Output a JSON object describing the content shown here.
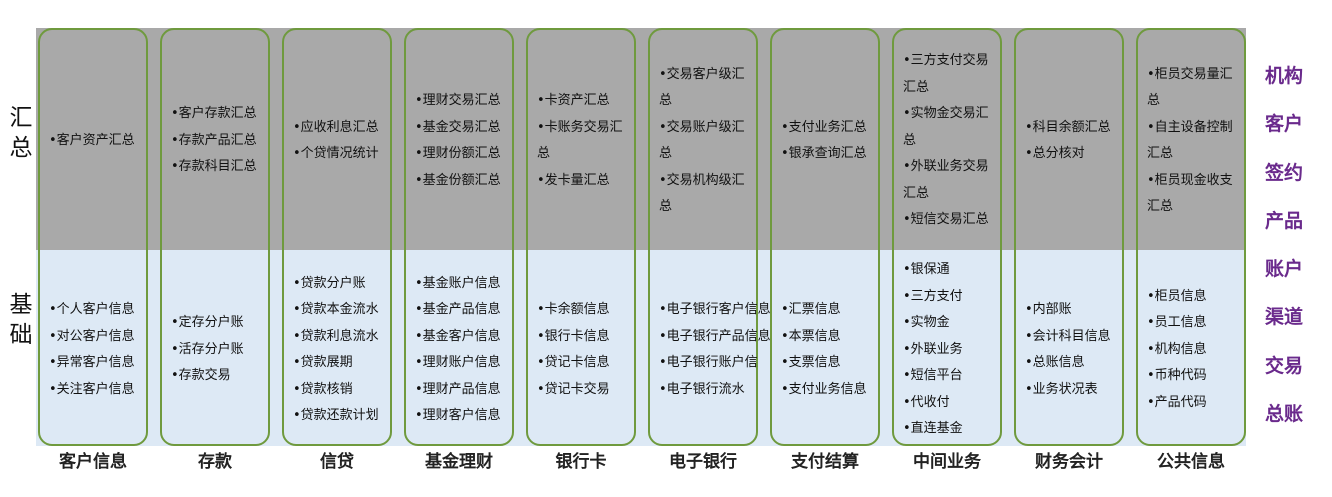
{
  "rows": {
    "summary": "汇\n总",
    "basic": "基\n础"
  },
  "columns": [
    {
      "label": "客户信息",
      "summary": [
        "•客户资产汇总"
      ],
      "basic": [
        "•个人客户信息",
        "•对公客户信息",
        "•异常客户信息",
        "•关注客户信息"
      ]
    },
    {
      "label": "存款",
      "summary": [
        "•客户存款汇总",
        "•存款产品汇总",
        "•存款科目汇总"
      ],
      "basic": [
        "•定存分户账",
        "•活存分户账",
        "•存款交易"
      ]
    },
    {
      "label": "信贷",
      "summary": [
        "•应收利息汇总",
        "•个贷情况统计"
      ],
      "basic": [
        "•贷款分户账",
        "•贷款本金流水",
        "•贷款利息流水",
        "•贷款展期",
        "•贷款核销",
        "•贷款还款计划"
      ]
    },
    {
      "label": "基金理财",
      "summary": [
        "•理财交易汇总",
        "•基金交易汇总",
        "•理财份额汇总",
        "•基金份额汇总"
      ],
      "basic": [
        "•基金账户信息",
        "•基金产品信息",
        "•基金客户信息",
        "•理财账户信息",
        "•理财产品信息",
        "•理财客户信息"
      ]
    },
    {
      "label": "银行卡",
      "summary": [
        "•卡资产汇总",
        "•卡账务交易汇总",
        "•发卡量汇总"
      ],
      "basic": [
        "•卡余额信息",
        "•银行卡信息",
        "•贷记卡信息",
        "•贷记卡交易"
      ]
    },
    {
      "label": "电子银行",
      "summary": [
        "•交易客户级汇总",
        "•交易账户级汇总",
        "•交易机构级汇总"
      ],
      "basic": [
        "•电子银行客户信息",
        "•电子银行产品信息",
        "•电子银行账户信",
        "•电子银行流水"
      ]
    },
    {
      "label": "支付结算",
      "summary": [
        "•支付业务汇总",
        "•银承查询汇总"
      ],
      "basic": [
        "•汇票信息",
        "•本票信息",
        "•支票信息",
        "•支付业务信息"
      ]
    },
    {
      "label": "中间业务",
      "summary": [
        "•三方支付交易汇总",
        "•实物金交易汇总",
        "•外联业务交易汇总",
        "•短信交易汇总"
      ],
      "basic": [
        "•银保通",
        "•三方支付",
        "•实物金",
        "•外联业务",
        "•短信平台",
        "•代收付",
        "•直连基金"
      ]
    },
    {
      "label": "财务会计",
      "summary": [
        "•科目余额汇总",
        "•总分核对"
      ],
      "basic": [
        "•内部账",
        "•会计科目信息",
        "•总账信息",
        "•业务状况表"
      ]
    },
    {
      "label": "公共信息",
      "summary": [
        "•柜员交易量汇总",
        "•自主设备控制汇总",
        "•柜员现金收支汇总"
      ],
      "basic": [
        "•柜员信息",
        "•员工信息",
        "•机构信息",
        "•币种代码",
        "•产品代码"
      ]
    }
  ],
  "right_labels": [
    "机构",
    "客户",
    "签约",
    "产品",
    "账户",
    "渠道",
    "交易",
    "总账"
  ]
}
